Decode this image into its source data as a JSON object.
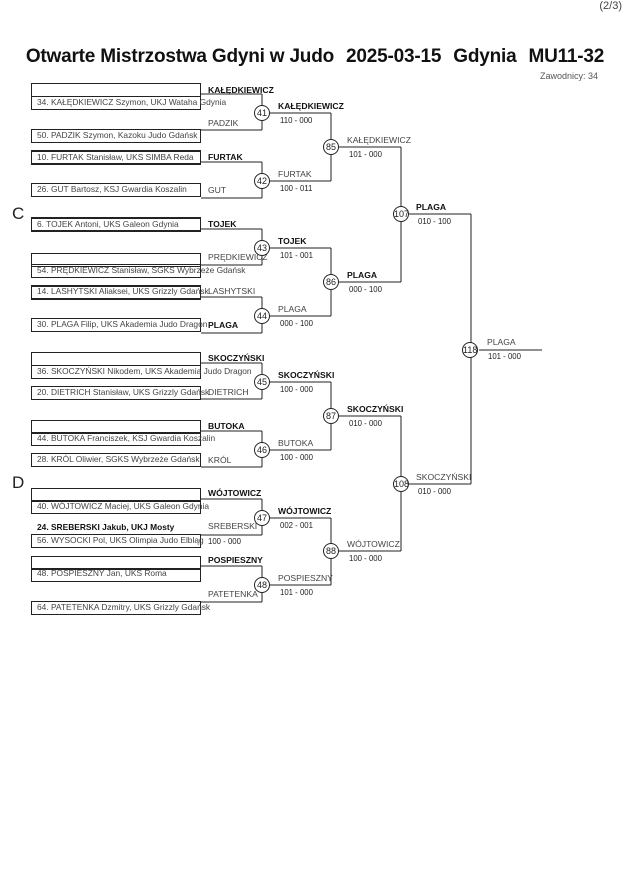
{
  "page_number": "(2/3)",
  "header": {
    "title": "Otwarte Mistrzostwa Gdyni w Judo",
    "date": "2025-03-15",
    "city": "Gdynia",
    "category": "MU11-32",
    "participants": "Zawodnicy: 34"
  },
  "sections": [
    "C",
    "D"
  ],
  "competitors": [
    "34. KAŁĘDKIEWICZ Szymon, UKJ Wataha Gdynia",
    "50. PADZIK Szymon, Kazoku Judo Gdańsk",
    "10. FURTAK Stanisław, UKS SIMBA Reda",
    "26. GUT Bartosz, KSJ Gwardia Koszalin",
    "6. TOJEK Antoni, UKS Galeon Gdynia",
    "54. PRĘDKIEWICZ Stanisław, SGKS Wybrzeże Gdańsk",
    "14. LASHYTSKI Aliaksei, UKS Grizzly Gdańsk",
    "30. PLAGA Filip, UKS Akademia Judo Dragon",
    "36. SKOCZYŃSKI Nikodem, UKS Akademia Judo Dragon",
    "20. DIETRICH Stanisław, UKS Grizzly Gdańsk",
    "44. BUTOKA Franciszek, KSJ Gwardia Koszalin",
    "28. KRÓL Oliwier, SGKS Wybrzeże Gdańsk",
    "40. WÓJTOWICZ Maciej, UKS Galeon Gdynia",
    "24. SREBERSKI Jakub, UKJ Mosty",
    "56. WYSOCKI Pol, UKS Olimpia Judo Elbląg",
    "48. POSPIESZNY Jan, UKS Roma",
    "64. PATETENKA Dzmitry, UKS Grizzly Gdańsk"
  ],
  "round1_names": [
    "KAŁĘDKIEWICZ",
    "PADZIK",
    "FURTAK",
    "GUT",
    "TOJEK",
    "PRĘDKIEWICZ",
    "LASHYTSKI",
    "PLAGA",
    "SKOCZYŃSKI",
    "DIETRICH",
    "BUTOKA",
    "KRÓL",
    "WÓJTOWICZ",
    "SREBERSKI",
    "POSPIESZNY",
    "PATETENKA"
  ],
  "round1_bye_score": "100 - 000",
  "round2": [
    {
      "num": "41",
      "winner": "KAŁĘDKIEWICZ",
      "score": "110 - 000"
    },
    {
      "num": "42",
      "winner": "FURTAK",
      "score": "100 - 011"
    },
    {
      "num": "43",
      "winner": "TOJEK",
      "score": "101 - 001"
    },
    {
      "num": "44",
      "winner": "PLAGA",
      "score": "000 - 100"
    },
    {
      "num": "45",
      "winner": "SKOCZYŃSKI",
      "score": "100 - 000"
    },
    {
      "num": "46",
      "winner": "BUTOKA",
      "score": "100 - 000"
    },
    {
      "num": "47",
      "winner": "WÓJTOWICZ",
      "score": "002 - 001"
    },
    {
      "num": "48",
      "winner": "POSPIESZNY",
      "score": "101 - 000"
    }
  ],
  "round3": [
    {
      "num": "85",
      "winner": "KAŁĘDKIEWICZ",
      "score": "101 - 000"
    },
    {
      "num": "86",
      "winner": "PLAGA",
      "score": "000 - 100"
    },
    {
      "num": "87",
      "winner": "SKOCZYŃSKI",
      "score": "010 - 000"
    },
    {
      "num": "88",
      "winner": "WÓJTOWICZ",
      "score": "100 - 000"
    }
  ],
  "round4": [
    {
      "num": "107",
      "winner": "PLAGA",
      "score": "010 - 100"
    },
    {
      "num": "108",
      "winner": "SKOCZYŃSKI",
      "score": "010 - 000"
    }
  ],
  "final": {
    "num": "118",
    "winner": "PLAGA",
    "score": "101 - 000"
  }
}
